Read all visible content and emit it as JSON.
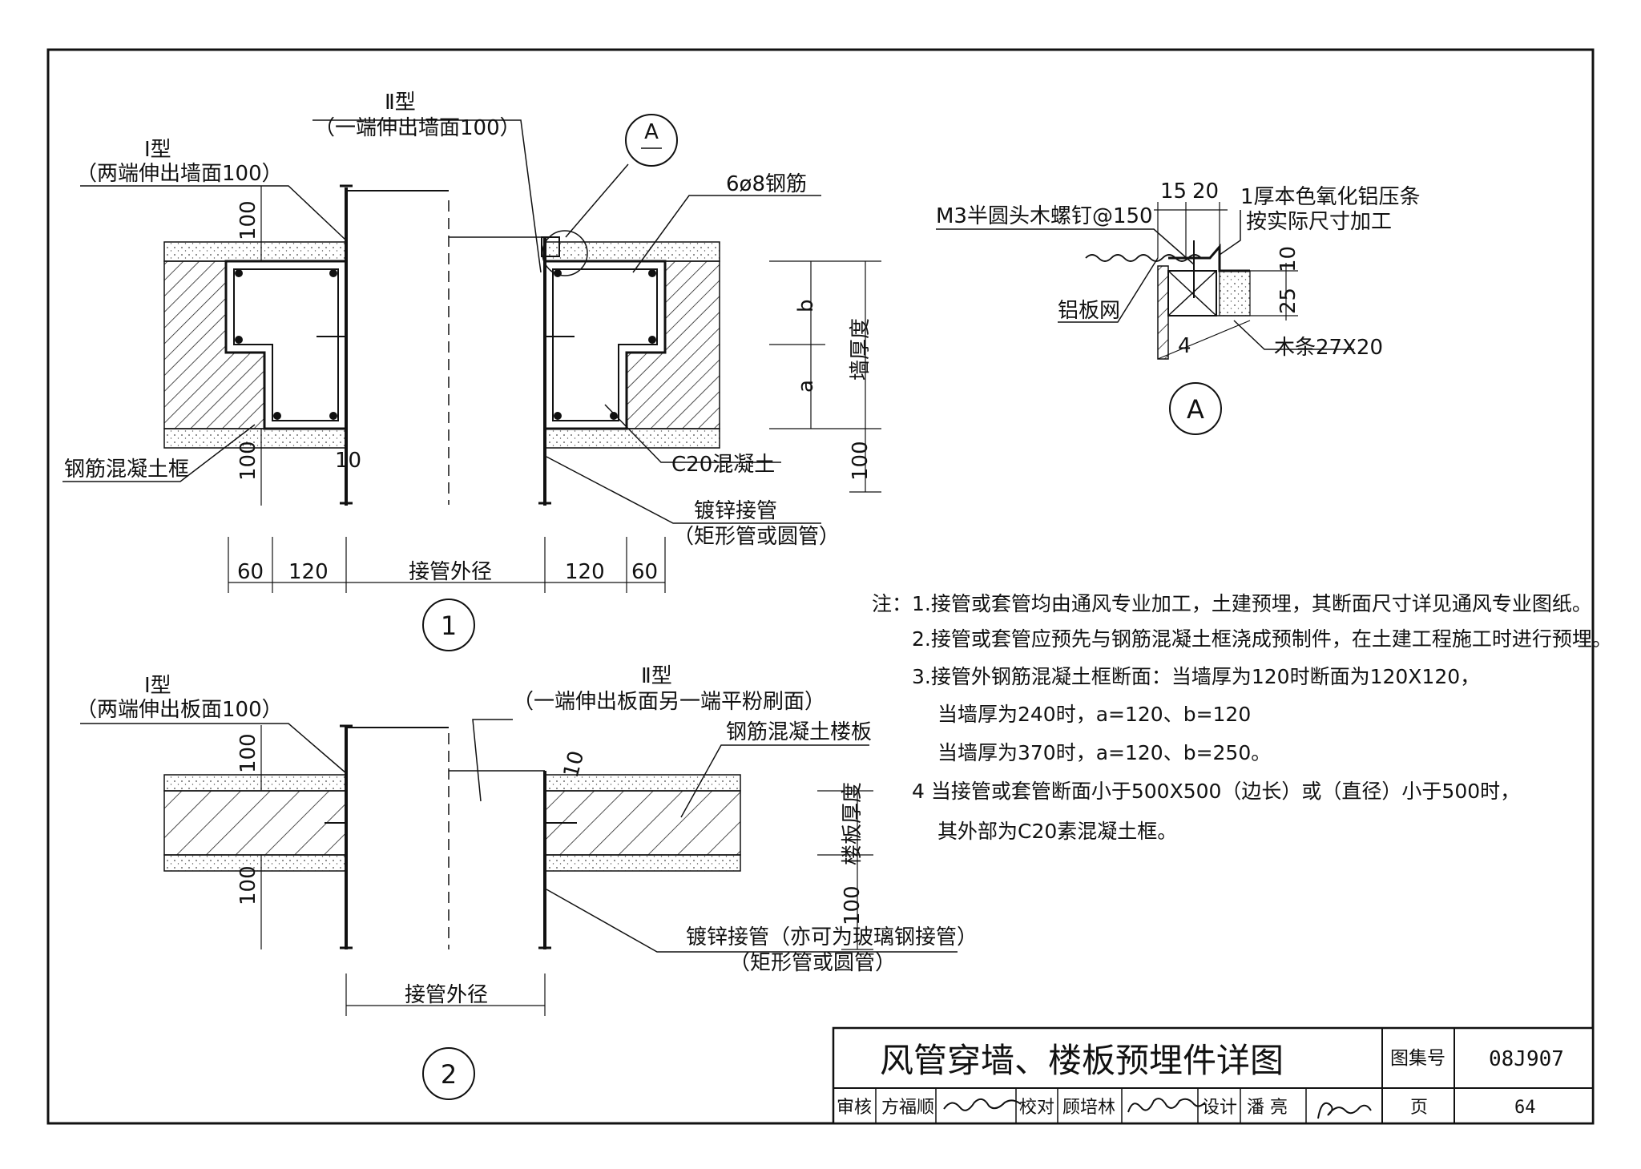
{
  "figure1": {
    "type1_title": "Ⅰ型",
    "type1_note": "（两端伸出墙面100）",
    "type2_title": "Ⅱ型",
    "type2_note": "（一端伸出墙面100）",
    "detail_ref": "A",
    "rebar_label": "6ø8钢筋",
    "frame_label": "钢筋混凝土框",
    "concrete_label": "C20混凝土",
    "pipe_label": "镀锌接管",
    "pipe_sub": "（矩形管或圆管）",
    "dim_100": "100",
    "dim_10": "10",
    "dim_b": "b",
    "dim_a": "a",
    "dim_wall": "墙厚度",
    "dim_60": "60",
    "dim_120": "120",
    "dim_od": "接管外径",
    "number": "1"
  },
  "figure2": {
    "type1_title": "Ⅰ型",
    "type1_note": "（两端伸出板面100）",
    "type2_title": "Ⅱ型",
    "type2_note": "（一端伸出板面另一端平粉刷面）",
    "slab_label": "钢筋混凝土楼板",
    "dim_100": "100",
    "dim_10": "10",
    "dim_slab": "楼板厚度",
    "pipe_label": "镀锌接管（亦可为玻璃钢接管）",
    "pipe_sub": "（矩形管或圆管）",
    "dim_od": "接管外径",
    "number": "2"
  },
  "detailA": {
    "screw": "M3半圆头木螺钉@150",
    "dim_15": "15",
    "dim_20": "20",
    "strip": "1厚本色氧化铝压条",
    "strip_sub": "按实际尺寸加工",
    "mesh": "铝板网",
    "dim_25": "25",
    "dim_10": "10",
    "wood": "木条27X20",
    "dim_4": "4",
    "tag": "A"
  },
  "notes": {
    "prefix": "注：",
    "line1": "1.接管或套管均由通风专业加工，土建预埋，其断面尺寸详见通风专业图纸。",
    "line2": "2.接管或套管应预先与钢筋混凝土框浇成预制件，在土建工程施工时进行预埋。",
    "line3": "3.接管外钢筋混凝土框断面：当墙厚为120时断面为120X120，",
    "line4": "当墙厚为240时，a=120、b=120",
    "line5": "当墙厚为370时，a=120、b=250。",
    "line6": "4  当接管或套管断面小于500X500（边长）或（直径）小于500时，",
    "line7": "其外部为C20素混凝土框。"
  },
  "title_block": {
    "title": "风管穿墙、楼板预埋件详图",
    "atlas_label": "图集号",
    "atlas_no": "08J907",
    "review": "审核",
    "reviewer": "方福顺",
    "check": "校对",
    "checker": "顾培林",
    "design": "设计",
    "designer": "潘 亮",
    "page_label": "页",
    "page_no": "64"
  }
}
